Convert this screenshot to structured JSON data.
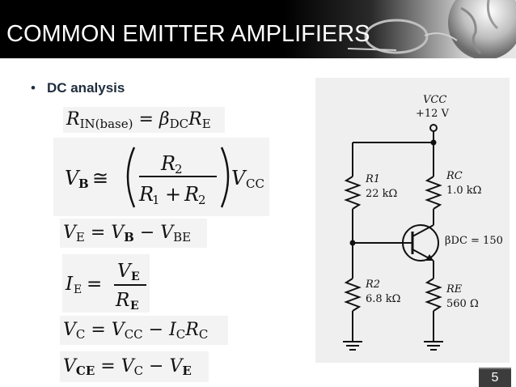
{
  "slide": {
    "title": "COMMON EMITTER AMPLIFIERS",
    "bullet": "DC analysis",
    "page_number": "5"
  },
  "equations": [
    "R_IN(base) = β_DC R_E",
    "V_B ≅ (R2 / (R1 + R2)) V_CC",
    "V_E = V_B − V_BE",
    "I_E = V_E / R_E",
    "V_C = V_CC − I_C R_C",
    "V_CE = V_C − V_E"
  ],
  "circuit": {
    "vcc_label": "VCC",
    "vcc_value": "+12 V",
    "r1_label": "R1",
    "r1_value": "22 kΩ",
    "rc_label": "RC",
    "rc_value": "1.0 kΩ",
    "beta_label": "βDC = 150",
    "r2_label": "R2",
    "r2_value": "6.8 kΩ",
    "re_label": "RE",
    "re_value": "560 Ω"
  }
}
